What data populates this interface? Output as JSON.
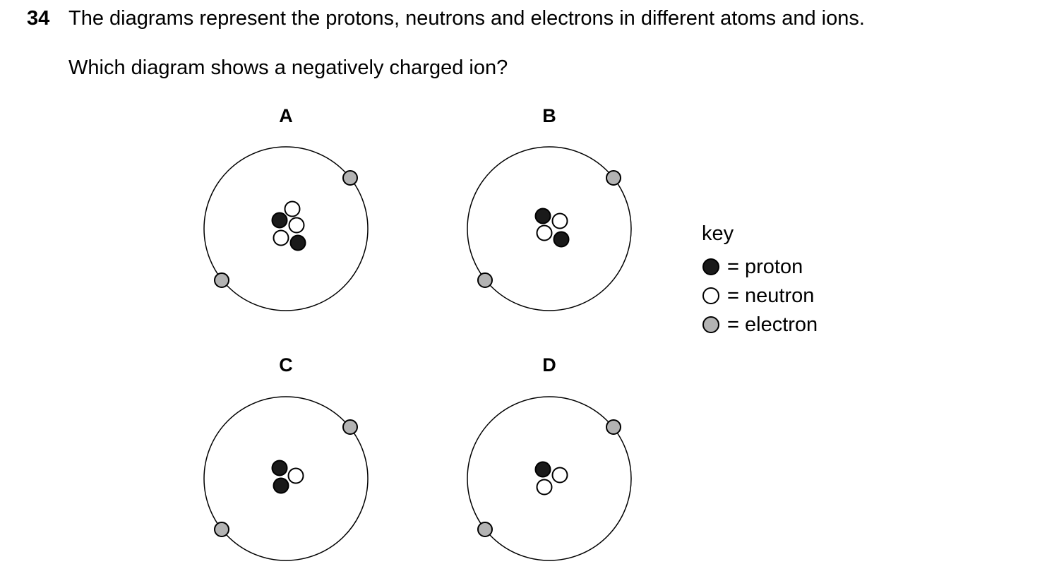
{
  "question": {
    "number": "34",
    "text": "The diagrams represent the protons, neutrons and electrons in different atoms and ions.",
    "prompt": "Which diagram shows a negatively charged ion?"
  },
  "options": [
    {
      "label": "A",
      "protons": 2,
      "neutrons": 3,
      "electrons": 2
    },
    {
      "label": "B",
      "protons": 2,
      "neutrons": 2,
      "electrons": 2
    },
    {
      "label": "C",
      "protons": 2,
      "neutrons": 1,
      "electrons": 2
    },
    {
      "label": "D",
      "protons": 1,
      "neutrons": 2,
      "electrons": 2
    }
  ],
  "key": {
    "title": "key",
    "items": [
      {
        "particle": "proton",
        "text": "= proton",
        "fill": "#1a1a1a"
      },
      {
        "particle": "neutron",
        "text": "= neutron",
        "fill": "#ffffff"
      },
      {
        "particle": "electron",
        "text": "= electron",
        "fill": "#b3b3b3"
      }
    ]
  }
}
